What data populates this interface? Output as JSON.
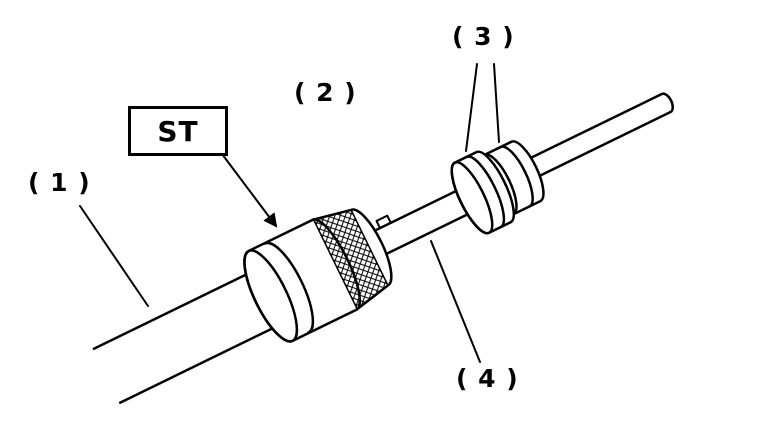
{
  "figure": {
    "background_color": "#ffffff",
    "line_color": "#000000",
    "callouts": [
      {
        "id": "1",
        "label": "( 1 )"
      },
      {
        "id": "2",
        "label": "( 2 )"
      },
      {
        "id": "3",
        "label": "( 3 )"
      },
      {
        "id": "4",
        "label": "( 4 )"
      }
    ],
    "tag": {
      "label": "ST"
    }
  }
}
